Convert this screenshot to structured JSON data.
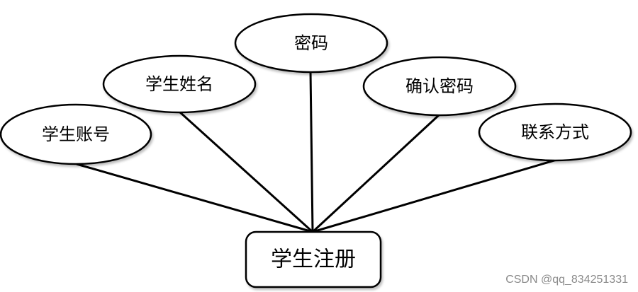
{
  "diagram": {
    "entity": {
      "label": "学生注册"
    },
    "attributes": [
      {
        "label": "学生账号"
      },
      {
        "label": "学生姓名"
      },
      {
        "label": "密码"
      },
      {
        "label": "确认密码"
      },
      {
        "label": "联系方式"
      }
    ]
  },
  "watermark": "CSDN @qq_834251331"
}
